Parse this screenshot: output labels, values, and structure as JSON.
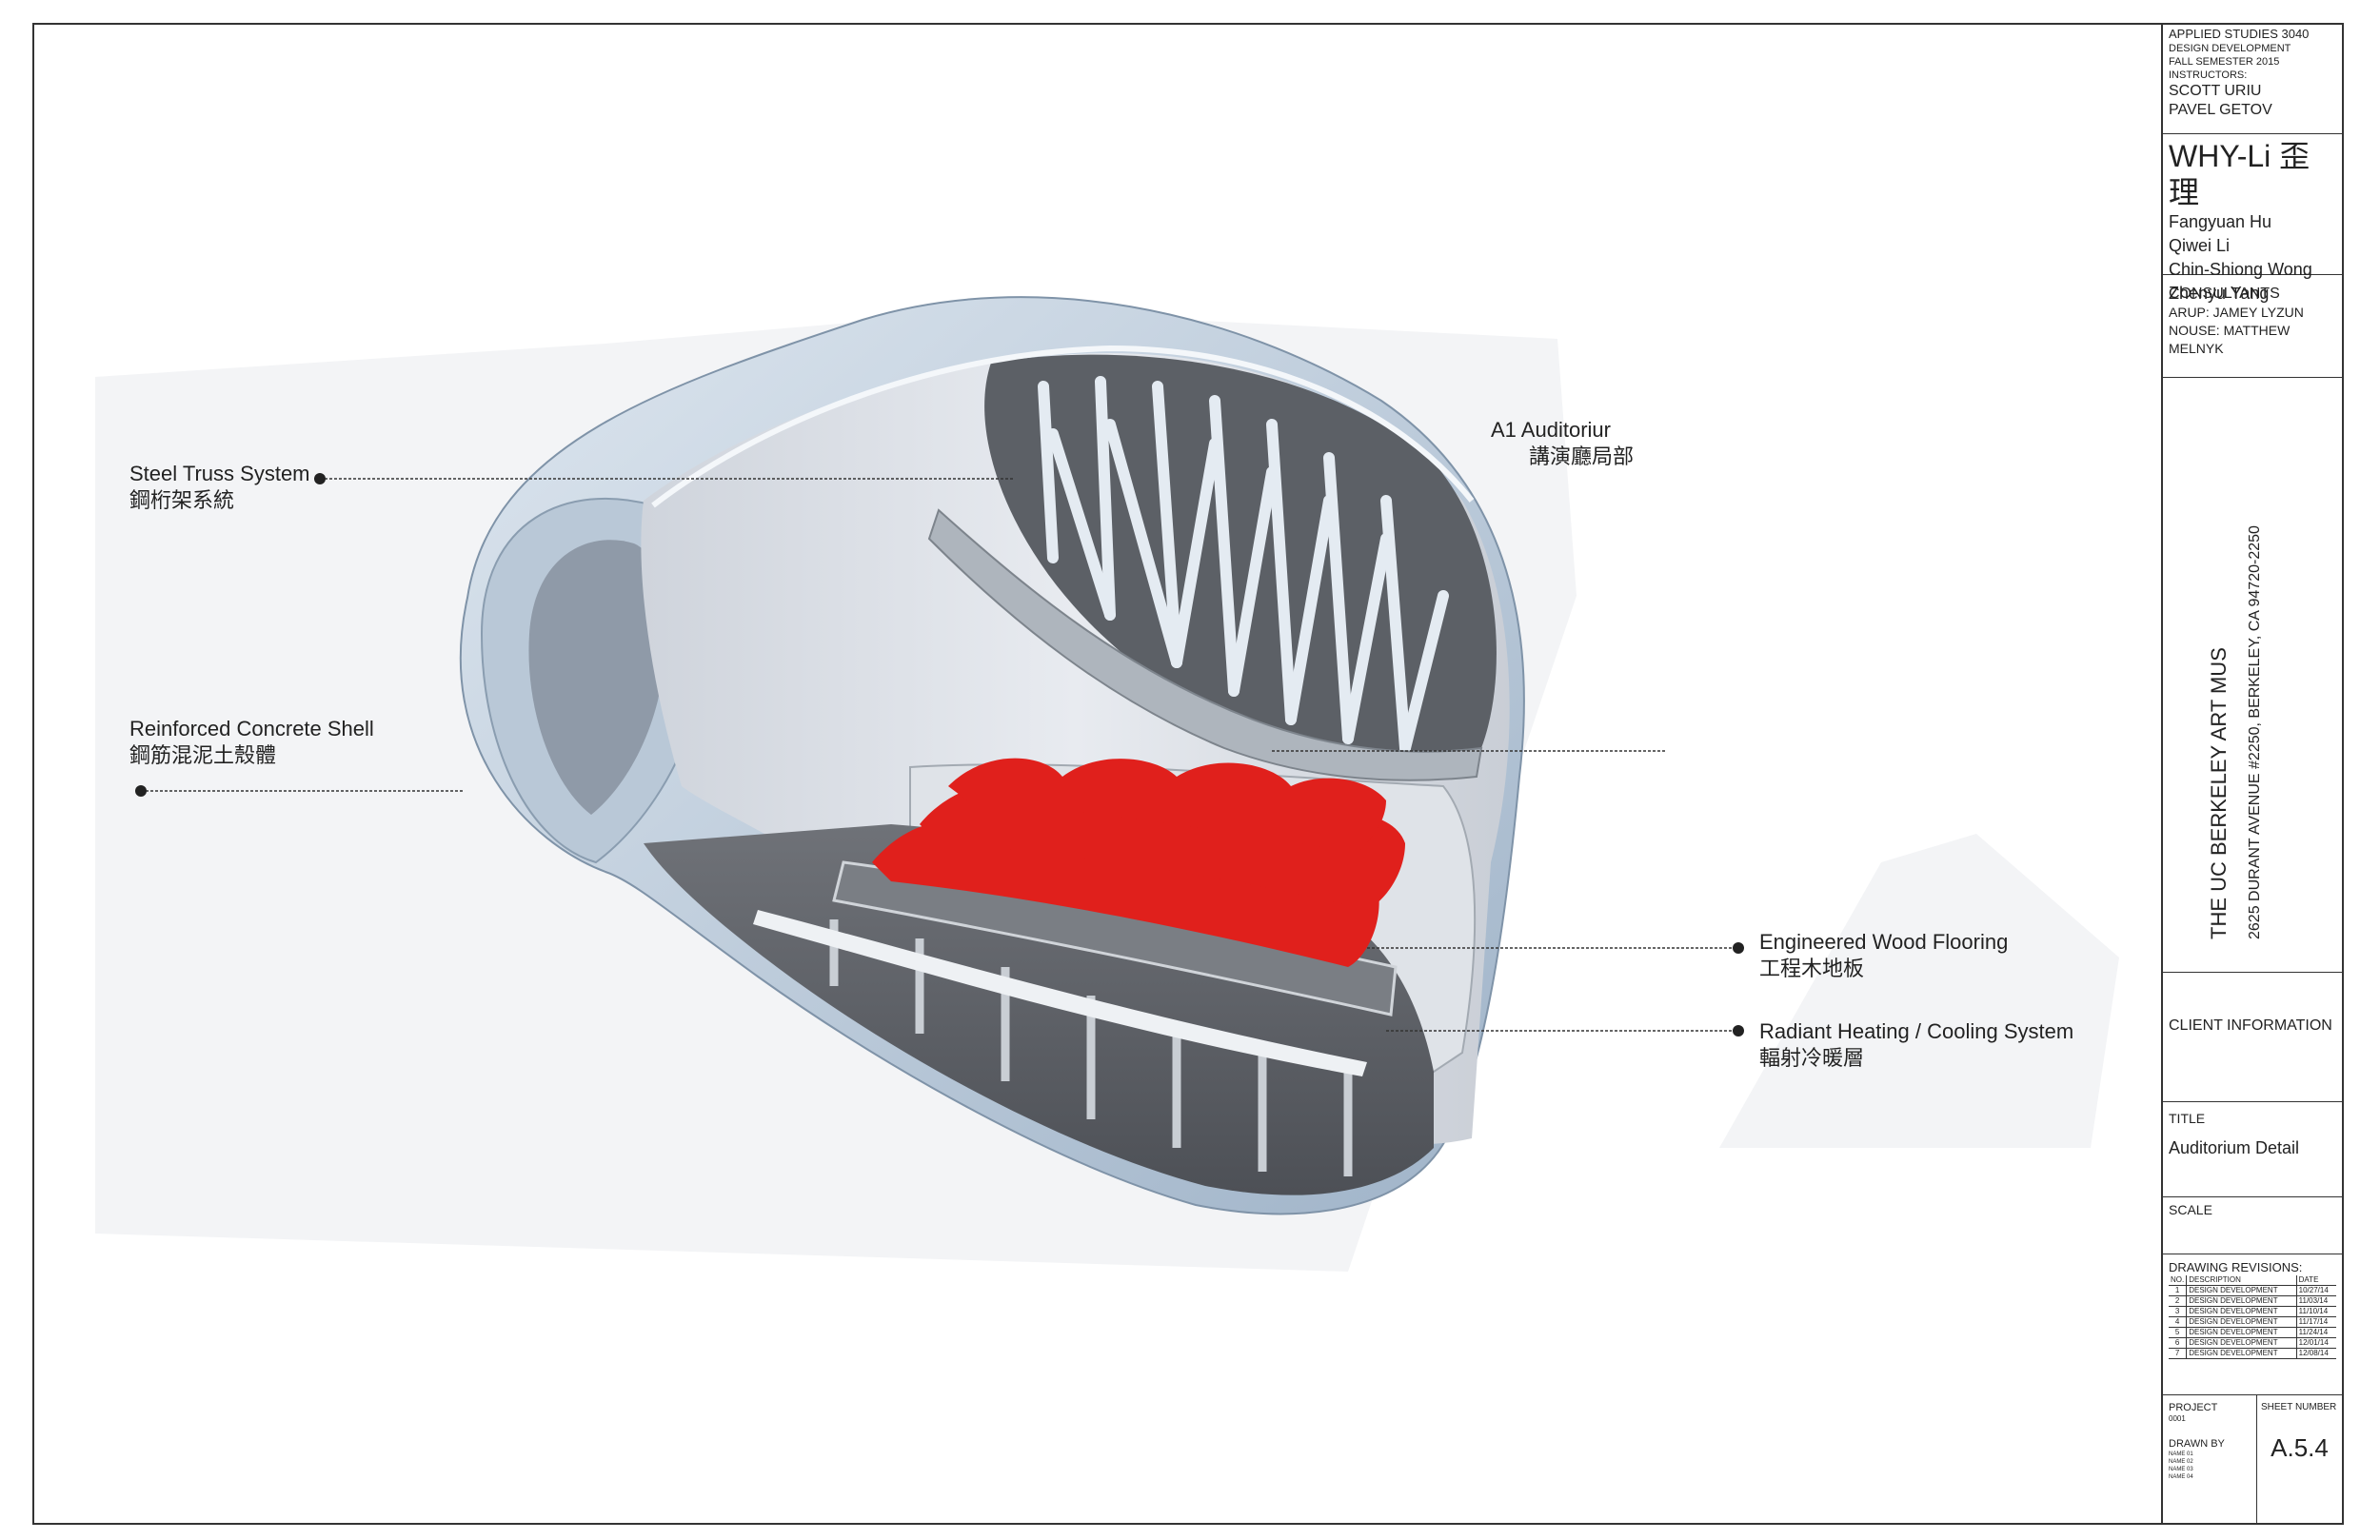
{
  "callouts": {
    "steel_truss": {
      "en": "Steel Truss System",
      "zh": "鋼桁架系統"
    },
    "concrete_shell": {
      "en": "Reinforced Concrete Shell",
      "zh": "鋼筋混泥土殼體"
    },
    "auditorium": {
      "en": "A1 Auditoriur",
      "zh": "講演廳局部"
    },
    "wood_flooring": {
      "en": "Engineered Wood Flooring",
      "zh": "工程木地板"
    },
    "radiant_system": {
      "en": "Radiant Heating / Cooling System",
      "zh": "輻射冷暖層"
    }
  },
  "title_block": {
    "course": "APPLIED STUDIES 3040",
    "phase": "DESIGN DEVELOPMENT",
    "semester": "FALL SEMESTER 2015",
    "instructors_label": "INSTRUCTORS:",
    "instructor_1": "SCOTT URIU",
    "instructor_2": "PAVEL GETOV",
    "team_name": "WHY-Li 歪理",
    "member_1": "Fangyuan Hu",
    "member_2": "Qiwei Li",
    "member_3": "Chin-Shiong Wong",
    "member_4": "Zhenyu Yang",
    "consultants_label": "CONSULTANTS",
    "consultant_1": "ARUP: JAMEY LYZUN",
    "consultant_2": "NOUSE: MATTHEW MELNYK",
    "project_name": "THE UC BERKELEY ART MUS",
    "project_address": "2625 DURANT AVENUE #2250, BERKELEY, CA 94720-2250",
    "client_label": "CLIENT INFORMATION",
    "title_label": "TITLE",
    "title_value": "Auditorium Detail",
    "scale_label": "SCALE",
    "revisions_label": "DRAWING REVISIONS:",
    "rev_headers": {
      "no": "NO.",
      "desc": "DESCRIPTION",
      "date": "DATE"
    },
    "revisions": [
      {
        "no": "1",
        "desc": "DESIGN DEVELOPMENT",
        "date": "10/27/14"
      },
      {
        "no": "2",
        "desc": "DESIGN DEVELOPMENT",
        "date": "11/03/14"
      },
      {
        "no": "3",
        "desc": "DESIGN DEVELOPMENT",
        "date": "11/10/14"
      },
      {
        "no": "4",
        "desc": "DESIGN DEVELOPMENT",
        "date": "11/17/14"
      },
      {
        "no": "5",
        "desc": "DESIGN DEVELOPMENT",
        "date": "11/24/14"
      },
      {
        "no": "6",
        "desc": "DESIGN DEVELOPMENT",
        "date": "12/01/14"
      },
      {
        "no": "7",
        "desc": "DESIGN DEVELOPMENT",
        "date": "12/08/14"
      }
    ],
    "project_label": "PROJECT",
    "project_number": "0001",
    "drawn_by_label": "DRAWN BY",
    "drawn_by_names": [
      "NAME 01",
      "NAME 02",
      "NAME 03",
      "NAME 04"
    ],
    "sheet_number_label": "SHEET NUMBER",
    "sheet_number": "A.5.4"
  }
}
